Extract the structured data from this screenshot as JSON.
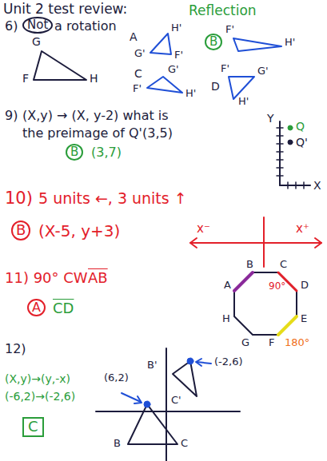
{
  "diagram": {
    "title": "Unit 2 test review:",
    "labels": [
      "Reflection",
      "6)",
      "Not",
      "a rotation",
      "G",
      "F",
      "H",
      "A",
      "H'",
      "G'",
      "F'",
      "B",
      "F'",
      "H'",
      "C",
      "G'",
      "F'",
      "H'",
      "D",
      "F'",
      "G'",
      "H'",
      "9)",
      "(X,y) → (X, y-2) what is",
      "the preimage of Q'(3,5)",
      "B",
      "(3,7)",
      "Y",
      "Q",
      "Q'",
      "X",
      "10)",
      "5 units ←, 3 units ↑",
      "B",
      "(X-5, y+3)",
      "x⁻",
      "x⁺",
      "11) 90° CW",
      "AB",
      "A",
      "CD",
      "A",
      "B",
      "C",
      "D",
      "E",
      "F",
      "G",
      "H",
      "90°",
      "180°",
      "12)",
      "B'",
      "C'",
      "(-2,6)",
      "(X,y)→(y,-x)",
      "(-6,2)→(-2,6)",
      "(6,2)",
      "B",
      "C",
      "C"
    ]
  }
}
